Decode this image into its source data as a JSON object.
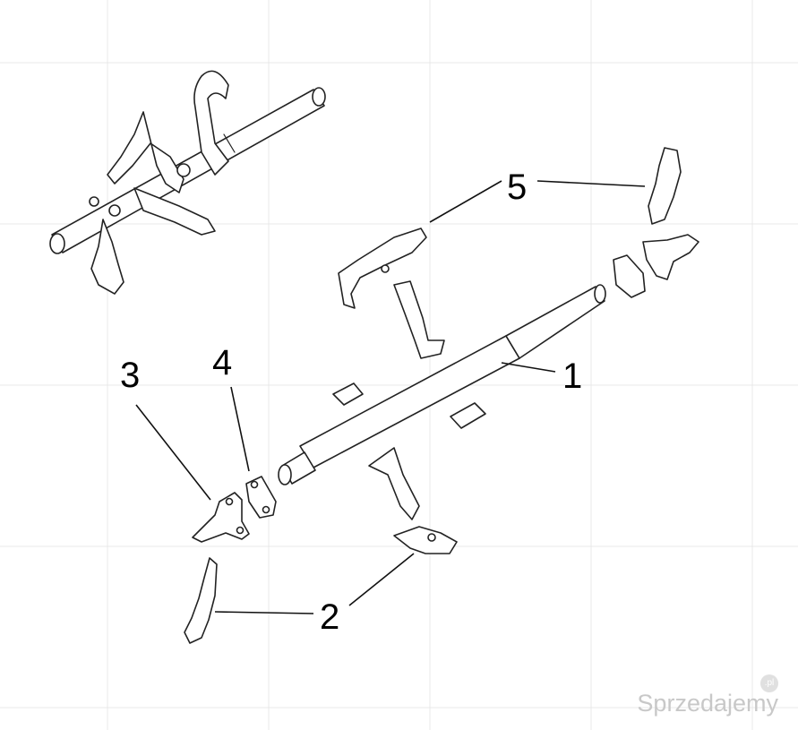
{
  "diagram": {
    "callouts": {
      "c1": "1",
      "c2": "2",
      "c3": "3",
      "c4": "4",
      "c5": "5"
    }
  },
  "watermark": {
    "text": "Sprzedajemy",
    "badge": ".pl"
  }
}
